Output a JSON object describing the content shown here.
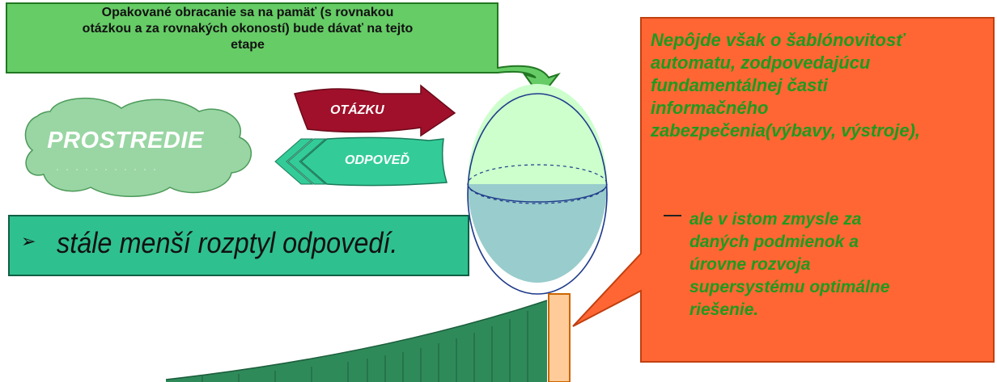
{
  "top_callout": {
    "lines": [
      "Opakované obracanie sa na pamäť (s rovnakou",
      "otázkou a za rovnakých okoností) bude dávať na tejto",
      "etape"
    ]
  },
  "environment": {
    "label": "PROSTREDIE"
  },
  "arrows": {
    "question": "OTÁZKU",
    "answer": "ODPOVEĎ"
  },
  "bullet": {
    "marker": "➢",
    "text": "stále menší rozptyl odpovedí."
  },
  "orange_callout": {
    "paragraph_lines": [
      "Nepôjde však o šablónovitosť",
      "automatu, zodpovedajúcu",
      "fundamentálnej časti",
      "informačného",
      "zabezpečenia(výbavy, výstroje),"
    ],
    "sub_lines": [
      "ale v istom zmysle za",
      "daných podmienok a",
      "úrovne rozvoja",
      "supersystému optimálne",
      "riešenie."
    ]
  },
  "colors": {
    "green_callout": "#66cc66",
    "orange_callout": "#ff6633",
    "dark_red_arrow": "#a0102a",
    "teal_arrow": "#33cc99",
    "cloud": "#99d6a3",
    "growth_bars": "#2f8a5a",
    "highlight_bar": "#ffcc99"
  },
  "icons": [
    "cloud-shape",
    "memory-sphere",
    "right-arrow",
    "left-arrow",
    "bullet-arrow-icon"
  ]
}
